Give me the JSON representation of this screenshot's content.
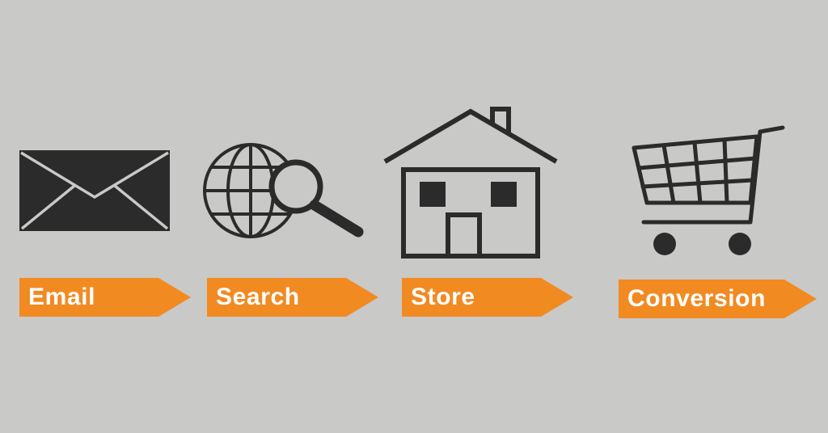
{
  "colors": {
    "background": "#c9c9c7",
    "icon": "#2b2b2b",
    "label_fill": "#f28a22",
    "label_text": "#ffffff"
  },
  "steps": [
    {
      "label": "Email",
      "icon": "envelope-icon"
    },
    {
      "label": "Search",
      "icon": "globe-search-icon"
    },
    {
      "label": "Store",
      "icon": "house-icon"
    },
    {
      "label": "Conversion",
      "icon": "shopping-cart-icon"
    }
  ]
}
